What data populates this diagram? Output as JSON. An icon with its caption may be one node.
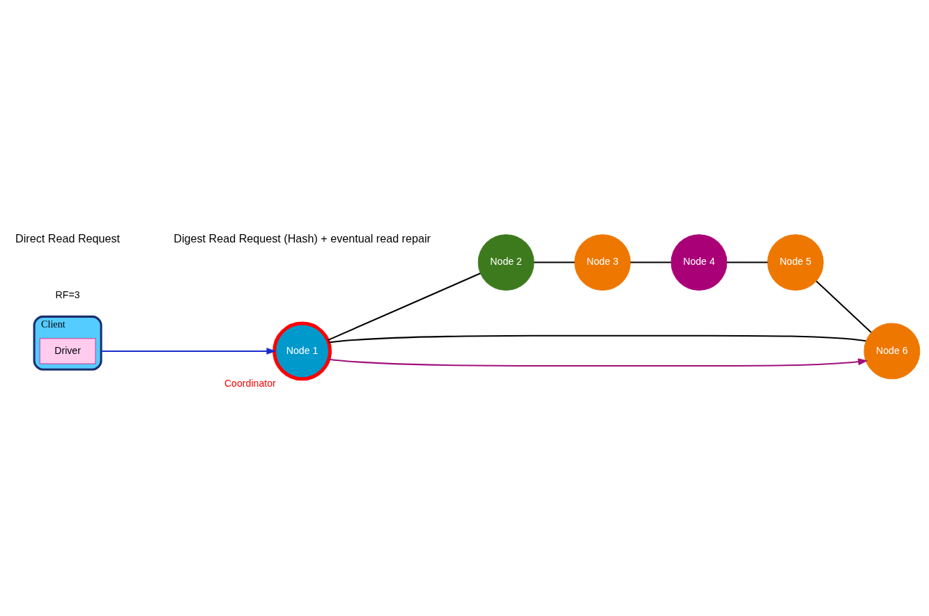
{
  "diagram": {
    "nodes": [
      {
        "text": [
          "Client"
        ]
      },
      {
        "text": [
          "Driver"
        ],
        "in": 0
      },
      {
        "text": [
          "Node 1"
        ],
        "beside": [
          "Coordinator"
        ]
      },
      {
        "text": [
          "Node 2"
        ]
      },
      {
        "text": [
          "Node 3"
        ]
      },
      {
        "text": [
          "Node 4"
        ]
      },
      {
        "text": [
          "Node 5"
        ]
      },
      {
        "text": [
          "Node 6"
        ]
      }
    ],
    "edges": [
      {
        "from": 0,
        "to": 2,
        "arrow": "to",
        "color": "#1a2ecc"
      },
      {
        "from": 2,
        "to": 7,
        "arrow": "to",
        "color": "#a0107a"
      },
      {
        "from": 2,
        "to": 3,
        "arrow": "none"
      },
      {
        "from": 3,
        "to": 4,
        "arrow": "none"
      },
      {
        "from": 4,
        "to": 5,
        "arrow": "none"
      },
      {
        "from": 5,
        "to": 6,
        "arrow": "none"
      },
      {
        "from": 6,
        "to": 7,
        "arrow": "none"
      },
      {
        "from": 7,
        "to": 2,
        "arrow": "none"
      }
    ],
    "labels": [
      "RF=3"
    ],
    "legend": [
      {
        "text": "Direct Read Request"
      },
      {
        "text": "Digest Read Request (Hash) + eventual read repair"
      }
    ]
  }
}
